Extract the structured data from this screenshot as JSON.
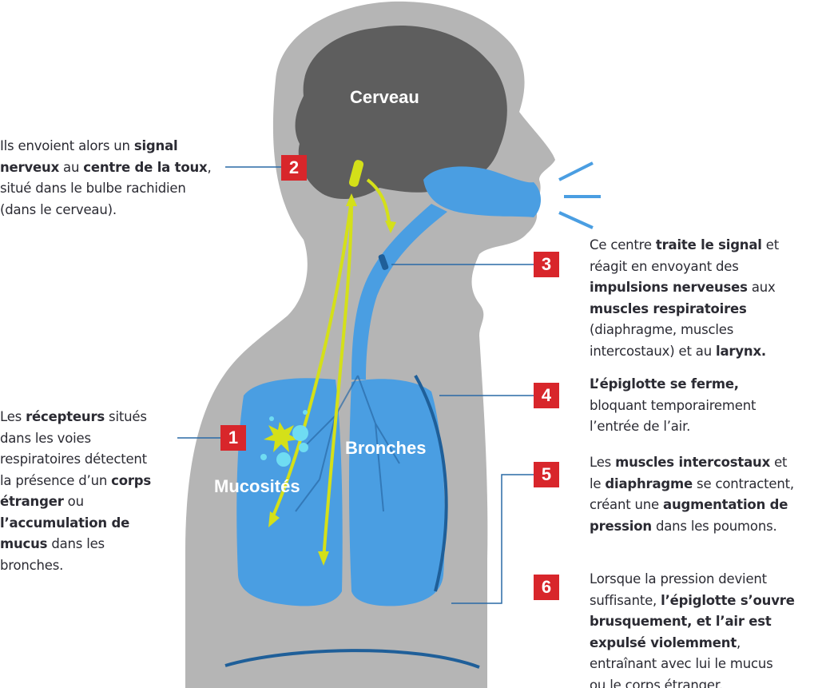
{
  "labels": {
    "brain": "Cerveau",
    "bronchi": "Bronches",
    "mucus": "Mucosités"
  },
  "colors": {
    "silhouette": "#b5b5b5",
    "brain": "#5e5e5e",
    "airway": "#4a9ee2",
    "nerve": "#d4e019",
    "badge": "#d8262b",
    "line": "#2a6aa6"
  },
  "steps": [
    {
      "number": "1",
      "lines": [
        [
          {
            "t": "Les "
          },
          {
            "t": "récepteurs",
            "b": true
          },
          {
            "t": "  situés"
          }
        ],
        [
          {
            "t": "dans les voies"
          }
        ],
        [
          {
            "t": "respiratoires détectent"
          }
        ],
        [
          {
            "t": "la présence d’un "
          },
          {
            "t": "corps",
            "b": true
          }
        ],
        [
          {
            "t": "étranger",
            "b": true
          },
          {
            "t": " ou"
          }
        ],
        [
          {
            "t": "l’accumulation de",
            "b": true
          }
        ],
        [
          {
            "t": "mucus",
            "b": true
          },
          {
            "t": " dans les"
          }
        ],
        [
          {
            "t": "bronches."
          }
        ]
      ]
    },
    {
      "number": "2",
      "lines": [
        [
          {
            "t": "Ils envoient alors un "
          },
          {
            "t": "signal",
            "b": true
          }
        ],
        [
          {
            "t": "nerveux",
            "b": true
          },
          {
            "t": " au "
          },
          {
            "t": "centre de la toux",
            "b": true
          },
          {
            "t": ","
          }
        ],
        [
          {
            "t": "situé dans le bulbe rachidien"
          }
        ],
        [
          {
            "t": "(dans le cerveau)."
          }
        ]
      ]
    },
    {
      "number": "3",
      "lines": [
        [
          {
            "t": "Ce centre "
          },
          {
            "t": "traite le signal",
            "b": true
          },
          {
            "t": " et"
          }
        ],
        [
          {
            "t": "réagit en envoyant des"
          }
        ],
        [
          {
            "t": "impulsions nerveuses",
            "b": true
          },
          {
            "t": " aux"
          }
        ],
        [
          {
            "t": "muscles respiratoires",
            "b": true
          }
        ],
        [
          {
            "t": "(diaphragme, muscles"
          }
        ],
        [
          {
            "t": "intercostaux) et au "
          },
          {
            "t": "larynx.",
            "b": true
          }
        ]
      ]
    },
    {
      "number": "4",
      "lines": [
        [
          {
            "t": "L’épiglotte se ferme,",
            "b": true
          }
        ],
        [
          {
            "t": "bloquant temporairement"
          }
        ],
        [
          {
            "t": "l’entrée de l’air."
          }
        ]
      ]
    },
    {
      "number": "5",
      "lines": [
        [
          {
            "t": "Les "
          },
          {
            "t": "muscles intercostaux",
            "b": true
          },
          {
            "t": " et"
          }
        ],
        [
          {
            "t": "le "
          },
          {
            "t": "diaphragme",
            "b": true
          },
          {
            "t": " se contractent,"
          }
        ],
        [
          {
            "t": "créant une "
          },
          {
            "t": "augmentation de",
            "b": true
          }
        ],
        [
          {
            "t": "pression",
            "b": true
          },
          {
            "t": " dans les poumons."
          }
        ]
      ]
    },
    {
      "number": "6",
      "lines": [
        [
          {
            "t": "Lorsque la pression devient"
          }
        ],
        [
          {
            "t": "suffisante, "
          },
          {
            "t": "l’épiglotte s’ouvre",
            "b": true
          }
        ],
        [
          {
            "t": "brusquement, et l’air est",
            "b": true
          }
        ],
        [
          {
            "t": "expulsé violemment",
            "b": true
          },
          {
            "t": ","
          }
        ],
        [
          {
            "t": "entraînant avec lui le mucus"
          }
        ],
        [
          {
            "t": "ou le corps étranger."
          }
        ]
      ]
    }
  ]
}
